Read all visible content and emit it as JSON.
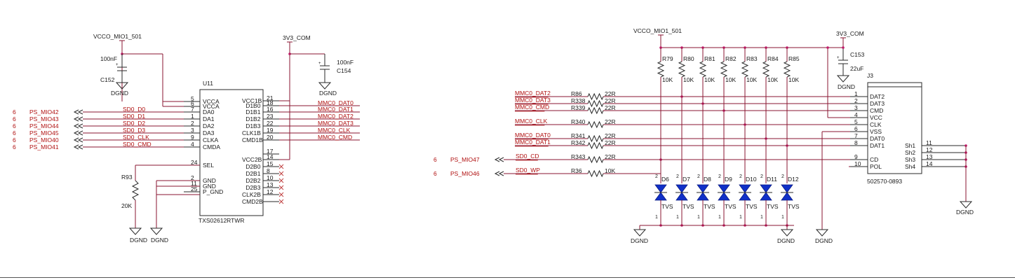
{
  "rails": {
    "vcco1": "VCCO_MIO1_501",
    "v3com1": "3V3_COM",
    "vcco2": "VCCO_MIO1_501",
    "v3com2": "3V3_COM",
    "dgnd": "DGND"
  },
  "caps": {
    "c152": {
      "ref": "C152",
      "value": "100nF"
    },
    "c154": {
      "ref": "C154",
      "value": "100nF"
    },
    "c153": {
      "ref": "C153",
      "value": "22uF"
    }
  },
  "u11": {
    "ref": "U11",
    "part": "TXS02612RTWR",
    "left_pins": [
      {
        "num": "5",
        "name": "VCCA"
      },
      {
        "num": "6",
        "name": "VCCA"
      },
      {
        "num": "7",
        "name": "DA0"
      },
      {
        "num": "1",
        "name": "DA1"
      },
      {
        "num": "2",
        "name": "DA2"
      },
      {
        "num": "3",
        "name": "DA3"
      },
      {
        "num": "9",
        "name": "CLKA"
      },
      {
        "num": "4",
        "name": "CMDA"
      },
      {
        "num": "24",
        "name": "SEL"
      },
      {
        "num": "2",
        "name": "GND"
      },
      {
        "num": "11",
        "name": "GND"
      },
      {
        "num": "25",
        "name": "P_GND"
      }
    ],
    "right_pins": [
      {
        "num": "21",
        "name": "VCC1B"
      },
      {
        "num": "18",
        "name": "D1B0"
      },
      {
        "num": "16",
        "name": "D1B1"
      },
      {
        "num": "23",
        "name": "D1B2"
      },
      {
        "num": "22",
        "name": "D1B3"
      },
      {
        "num": "19",
        "name": "CLK1B"
      },
      {
        "num": "20",
        "name": "CMD1B"
      },
      {
        "num": "17",
        "name": ""
      },
      {
        "num": "14",
        "name": "VCC2B"
      },
      {
        "num": "15",
        "name": "D2B0"
      },
      {
        "num": "8",
        "name": "D2B1"
      },
      {
        "num": "10",
        "name": "D2B2"
      },
      {
        "num": "13",
        "name": "D2B3"
      },
      {
        "num": "12",
        "name": "CLK2B"
      },
      {
        "num": "",
        "name": "CMD2B"
      }
    ]
  },
  "u11_inputs": [
    {
      "sheet": "6",
      "port": "PS_MIO42",
      "net": "SD0_D0"
    },
    {
      "sheet": "6",
      "port": "PS_MIO43",
      "net": "SD0_D1"
    },
    {
      "sheet": "6",
      "port": "PS_MIO44",
      "net": "SD0_D2"
    },
    {
      "sheet": "6",
      "port": "PS_MIO45",
      "net": "SD0_D3"
    },
    {
      "sheet": "6",
      "port": "PS_MIO40",
      "net": "SD0_CLK"
    },
    {
      "sheet": "6",
      "port": "PS_MIO41",
      "net": "SD0_CMD"
    }
  ],
  "u11_outputs": [
    "MMC0_DAT0",
    "MMC0_DAT1",
    "MMC0_DAT2",
    "MMC0_DAT3",
    "MMC0_CLK",
    "MMC0_CMD"
  ],
  "r93": {
    "ref": "R93",
    "value": "20K"
  },
  "pullups": [
    {
      "ref": "R79",
      "value": "10K"
    },
    {
      "ref": "R80",
      "value": "10K"
    },
    {
      "ref": "R81",
      "value": "10K"
    },
    {
      "ref": "R82",
      "value": "10K"
    },
    {
      "ref": "R83",
      "value": "10K"
    },
    {
      "ref": "R84",
      "value": "10K"
    },
    {
      "ref": "R85",
      "value": "10K"
    }
  ],
  "series": [
    {
      "net": "MMC0_DAT2",
      "ref": "R86",
      "value": "22R"
    },
    {
      "net": "MMC0_DAT3",
      "ref": "R338",
      "value": "22R"
    },
    {
      "net": "MMC0_CMD",
      "ref": "R339",
      "value": "22R"
    },
    {
      "net": "MMC0_CLK",
      "ref": "R340",
      "value": "22R"
    },
    {
      "net": "MMC0_DAT0",
      "ref": "R341",
      "value": "22R"
    },
    {
      "net": "MMC0_DAT1",
      "ref": "R342",
      "value": "22R"
    },
    {
      "net": "SD0_CD",
      "ref": "R343",
      "value": "22R"
    },
    {
      "net": "SD0_WP",
      "ref": "R36",
      "value": "10K"
    }
  ],
  "sd_ports": [
    {
      "sheet": "6",
      "port": "PS_MIO47"
    },
    {
      "sheet": "6",
      "port": "PS_MIO46"
    }
  ],
  "tvs": [
    {
      "ref": "D6",
      "label": "TVS",
      "pin_a": "2",
      "pin_b": "1"
    },
    {
      "ref": "D7",
      "label": "TVS",
      "pin_a": "2",
      "pin_b": "1"
    },
    {
      "ref": "D8",
      "label": "TVS",
      "pin_a": "2",
      "pin_b": "1"
    },
    {
      "ref": "D9",
      "label": "TVS",
      "pin_a": "2",
      "pin_b": "1"
    },
    {
      "ref": "D10",
      "label": "TVS",
      "pin_a": "2",
      "pin_b": "1"
    },
    {
      "ref": "D11",
      "label": "TVS",
      "pin_a": "2",
      "pin_b": "1"
    },
    {
      "ref": "D12",
      "label": "TVS",
      "pin_a": "2",
      "pin_b": "1"
    }
  ],
  "j3": {
    "ref": "J3",
    "part": "502570-0893",
    "left_pins": [
      {
        "num": "1",
        "name": "DAT2"
      },
      {
        "num": "2",
        "name": "DAT3"
      },
      {
        "num": "3",
        "name": "CMD"
      },
      {
        "num": "4",
        "name": "VCC"
      },
      {
        "num": "5",
        "name": "CLK"
      },
      {
        "num": "6",
        "name": "VSS"
      },
      {
        "num": "7",
        "name": "DAT0"
      },
      {
        "num": "8",
        "name": "DAT1"
      },
      {
        "num": "9",
        "name": "CD"
      },
      {
        "num": "10",
        "name": "POL"
      }
    ],
    "right_pins": [
      {
        "num": "11",
        "name": "Sh1"
      },
      {
        "num": "12",
        "name": "Sh2"
      },
      {
        "num": "13",
        "name": "Sh3"
      },
      {
        "num": "14",
        "name": "Sh4"
      }
    ]
  }
}
